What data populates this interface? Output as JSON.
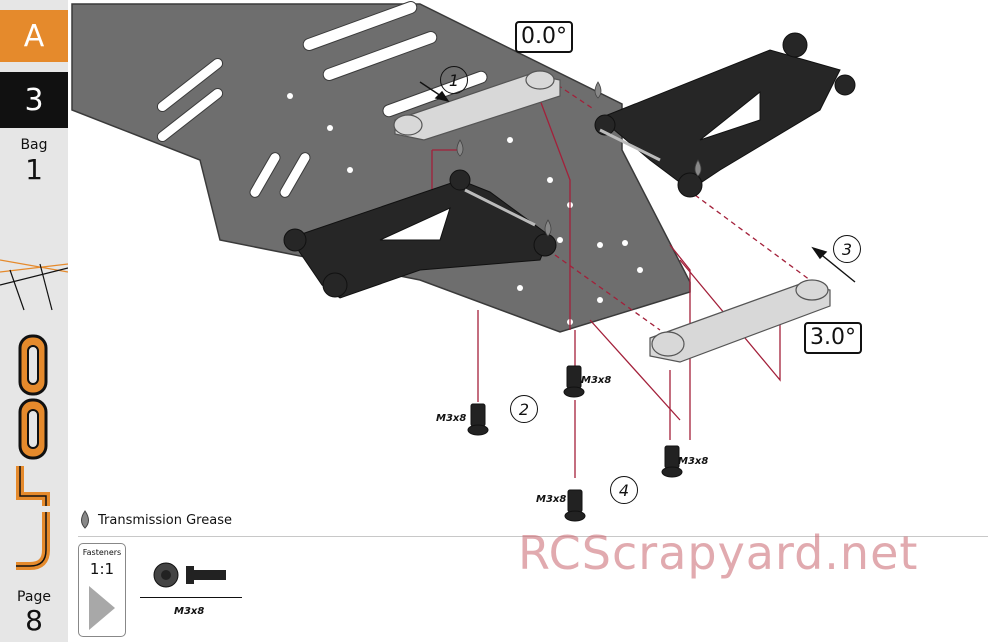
{
  "sidebar": {
    "section_letter": "A",
    "step_number": "3",
    "bag_label": "Bag",
    "bag_number": "1",
    "page_label": "Page",
    "page_number": "8"
  },
  "angles": {
    "front_block": "0.0°",
    "rear_block": "3.0°"
  },
  "steps": [
    "1",
    "2",
    "3",
    "4"
  ],
  "screws": [
    "M3x8",
    "M3x8",
    "M3x8",
    "M3x8"
  ],
  "legend": {
    "grease_label": "Transmission Grease"
  },
  "fasteners": {
    "title": "Fasteners",
    "scale": "1:1",
    "item_label": "M3x8"
  },
  "watermark": "RCScrapyard.net",
  "colors": {
    "accent": "#e58a2c",
    "guide_line": "#a3203a",
    "chassis": "#6e6e6e",
    "arm": "#262626",
    "block": "#d8d8d8"
  }
}
